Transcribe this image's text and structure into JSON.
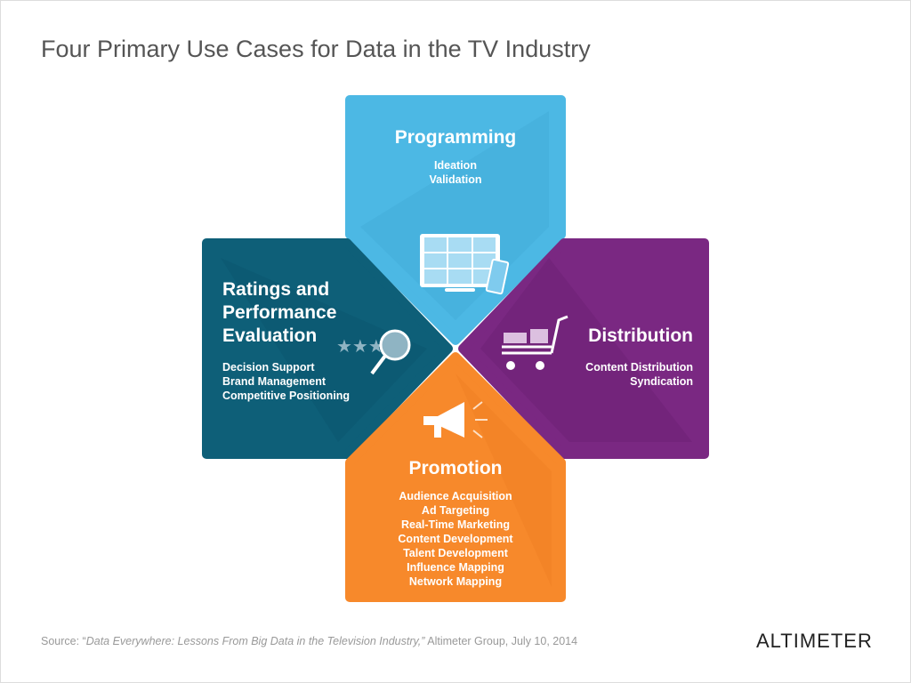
{
  "title": "Four Primary Use Cases for Data in the TV Industry",
  "sections": {
    "programming": {
      "heading": "Programming",
      "items": [
        "Ideation",
        "Validation"
      ],
      "color": "#4cb8e4",
      "icon": "tv-remote-icon"
    },
    "ratings": {
      "heading_lines": [
        "Ratings and",
        "Performance",
        "Evaluation"
      ],
      "items": [
        "Decision Support",
        "Brand Management",
        "Competitive Positioning"
      ],
      "color": "#0e5f78",
      "icon": "stars-magnifier-icon"
    },
    "distribution": {
      "heading": "Distribution",
      "items": [
        "Content Distribution",
        "Syndication"
      ],
      "color": "#7a2882",
      "icon": "shopping-cart-icon"
    },
    "promotion": {
      "heading": "Promotion",
      "items": [
        "Audience Acquisition",
        "Ad Targeting",
        "Real-Time Marketing",
        "Content Development",
        "Talent Development",
        "Influence Mapping",
        "Network Mapping"
      ],
      "color": "#f7892b",
      "icon": "megaphone-icon"
    }
  },
  "source": {
    "prefix": "Source: “",
    "title": "Data Everywhere: Lessons From Big Data in the Television Industry,”",
    "suffix": " Altimeter Group, July 10, 2014"
  },
  "logo": "ALTIMETER"
}
